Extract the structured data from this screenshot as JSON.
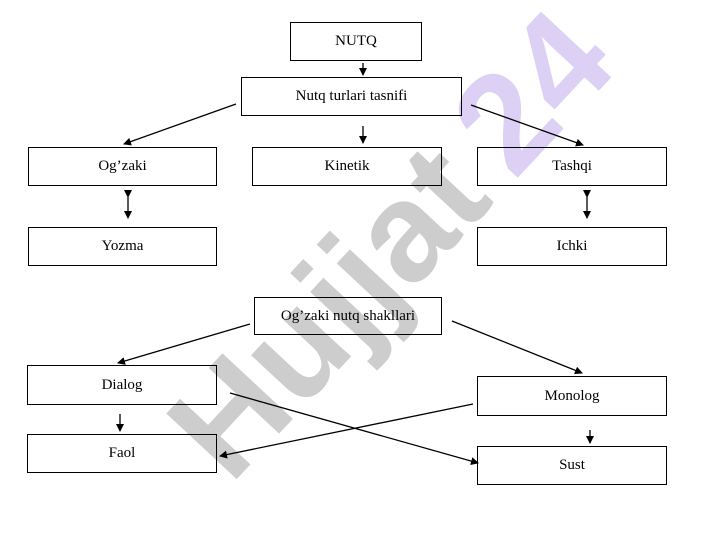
{
  "watermark": {
    "text": "Hujjat24",
    "color_gray": "#c8c8c8",
    "color_accent": "#d9ccf4"
  },
  "nodes": {
    "nutq": "NUTQ",
    "turlari": "Nutq turlari tasnifi",
    "ogzaki": "Og’zaki",
    "kinetik": "Kinetik",
    "tashqi": "Tashqi",
    "yozma": "Yozma",
    "ichki": "Ichki",
    "shakllari": "Og’zaki nutq shakllari",
    "dialog": "Dialog",
    "monolog": "Monolog",
    "faol": "Faol",
    "sust": "Sust"
  }
}
